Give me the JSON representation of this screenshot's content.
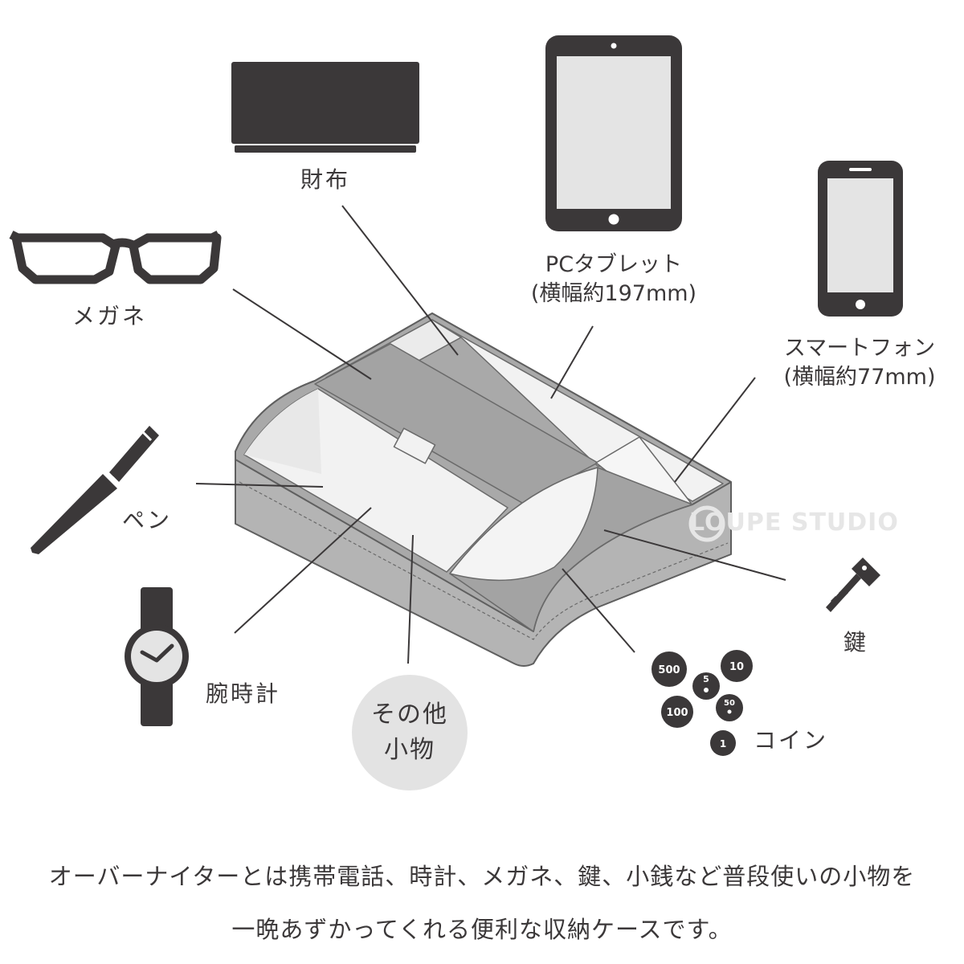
{
  "labels": {
    "wallet": "財布",
    "glasses": "メガネ",
    "tablet_line1": "PCタブレット",
    "tablet_line2": "(横幅約197mm)",
    "smartphone_line1": "スマートフォン",
    "smartphone_line2": "(横幅約77mm)",
    "pen": "ペン",
    "watch": "腕時計",
    "misc_line1": "その他",
    "misc_line2": "小物",
    "key": "鍵",
    "coins": "コイン"
  },
  "coins": [
    "500",
    "5",
    "10",
    "100",
    "50",
    "1"
  ],
  "watermark": "LOUPE STUDIO",
  "description": {
    "line1": "オーバーナイターとは携帯電話、時計、メガネ、鍵、小銭など普段使いの小物を",
    "line2": "一晩あずかってくれる便利な収納ケースです。"
  },
  "colors": {
    "ink": "#3b3839",
    "screen": "#e4e4e4",
    "tray_outer": "#b4b4b4",
    "tray_inner": "#f2f2f2",
    "divider": "#a9a9a9",
    "bubble": "#e3e3e3"
  }
}
